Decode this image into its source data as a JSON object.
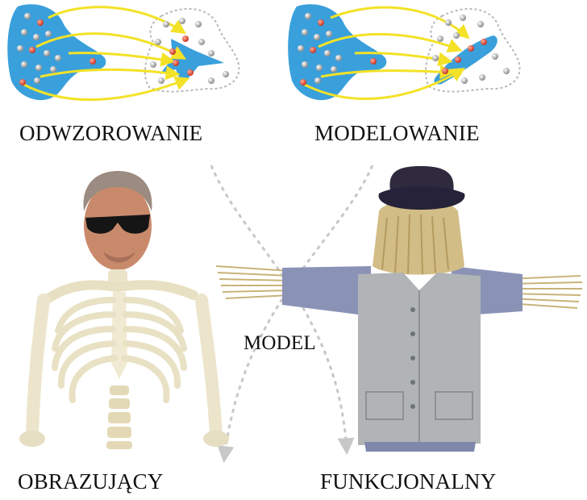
{
  "labels": {
    "mapping": "ODWZOROWANIE",
    "modeling": "MODELOWANIE",
    "model": "MODEL",
    "imaging": "OBRAZUJĄCY",
    "functional": "FUNKCJONALNY"
  },
  "colors": {
    "blob": "#3aa0dc",
    "arrow": "#f3e227",
    "dot_red": "#d8412f",
    "dot_gray": "#9a9a9a",
    "outline": "#b8b8b8"
  },
  "illustrations": {
    "left_figure": "skeleton-with-head-and-sunglasses",
    "right_figure": "scarecrow-with-hat"
  }
}
